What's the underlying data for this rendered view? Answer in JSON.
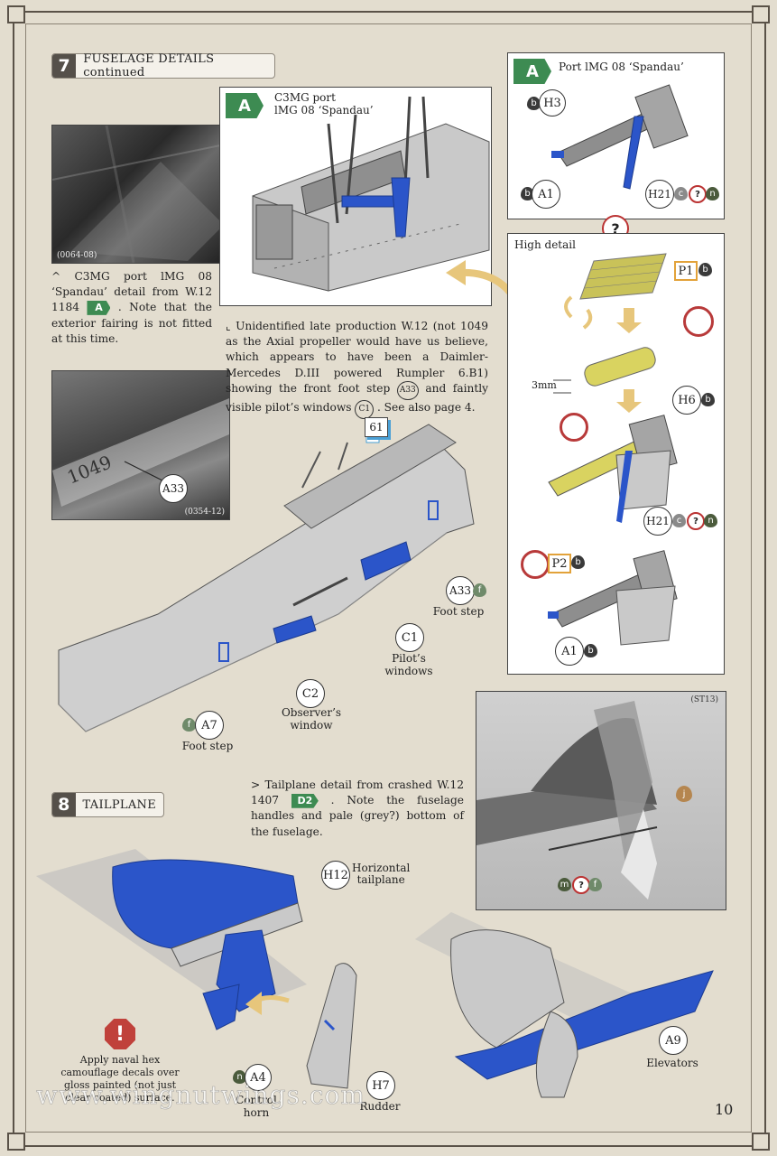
{
  "step7": {
    "number": "7",
    "title": "FUSELAGE DETAILS continued"
  },
  "step8": {
    "number": "8",
    "title": "TAILPLANE"
  },
  "panel_main": {
    "badge": "A",
    "title_line1": "C3MG port",
    "title_line2": "lMG 08 ‘Spandau’"
  },
  "panel_port": {
    "badge": "A",
    "title": "Port lMG 08 ‘Spandau’"
  },
  "photo1": {
    "code": "(0064-08)"
  },
  "photo2": {
    "code": "(0354-12)",
    "callout": "A33"
  },
  "photo3": {
    "code": "(ST13)"
  },
  "caption1": {
    "p1": "^ C3MG port lMG 08 ‘Spandau’ detail from W.12 1184",
    "badge": "A",
    "p2": ". Note that the exterior fairing is not fitted at this time."
  },
  "caption2": {
    "p1": "⌞ Unidentified late production W.12 (not 1049 as the Axial propeller would have us believe, which appears to have been a Daimler-Mercedes D.III powered Rumpler 6.B1) showing the front foot step",
    "ref1": "A33",
    "p2": "and faintly visible pilot’s windows",
    "ref2": "C1",
    "p3": ". See also page 4."
  },
  "caption3": {
    "p1": "> Tailplane detail from crashed W.12 1407",
    "badge": "D2",
    "p2": ". Note the fuselage handles and pale (grey?) bottom of the fuselage."
  },
  "high_detail": {
    "title": "High detail",
    "dim": "3mm"
  },
  "parts": {
    "H3": "H3",
    "A1": "A1",
    "H21": "H21",
    "P1": "P1",
    "H6": "H6",
    "P2": "P2",
    "A33": "A33",
    "C1": "C1",
    "C2": "C2",
    "A7": "A7",
    "H12": "H12",
    "A4": "A4",
    "H7": "H7",
    "A9": "A9",
    "ref61": "61"
  },
  "paint": {
    "b": "b",
    "c": "c",
    "n": "n",
    "f": "f",
    "m": "m",
    "j": "j"
  },
  "labels": {
    "foot_step": "Foot step",
    "pilots_windows": "Pilot’s windows",
    "observers_window": "Observer’s window",
    "foot_step2": "Foot step",
    "horizontal_tailplane_1": "Horizontal",
    "horizontal_tailplane_2": "tailplane",
    "control_horn": "Control horn",
    "rudder": "Rudder",
    "elevators": "Elevators"
  },
  "warning": {
    "mark": "!",
    "text": "Apply naval hex camouflage decals over gloss painted (not just clear coated) surface."
  },
  "question": "?",
  "watermark": "www.wingnutwings.com",
  "page_number": "10",
  "colors": {
    "part_blue": "#2b55c9",
    "grey_part": "#c7c7c7",
    "green_badge": "#3d8b52",
    "frame": "#5a5248",
    "gold": "#e2a23a",
    "red": "#b83a3a"
  }
}
